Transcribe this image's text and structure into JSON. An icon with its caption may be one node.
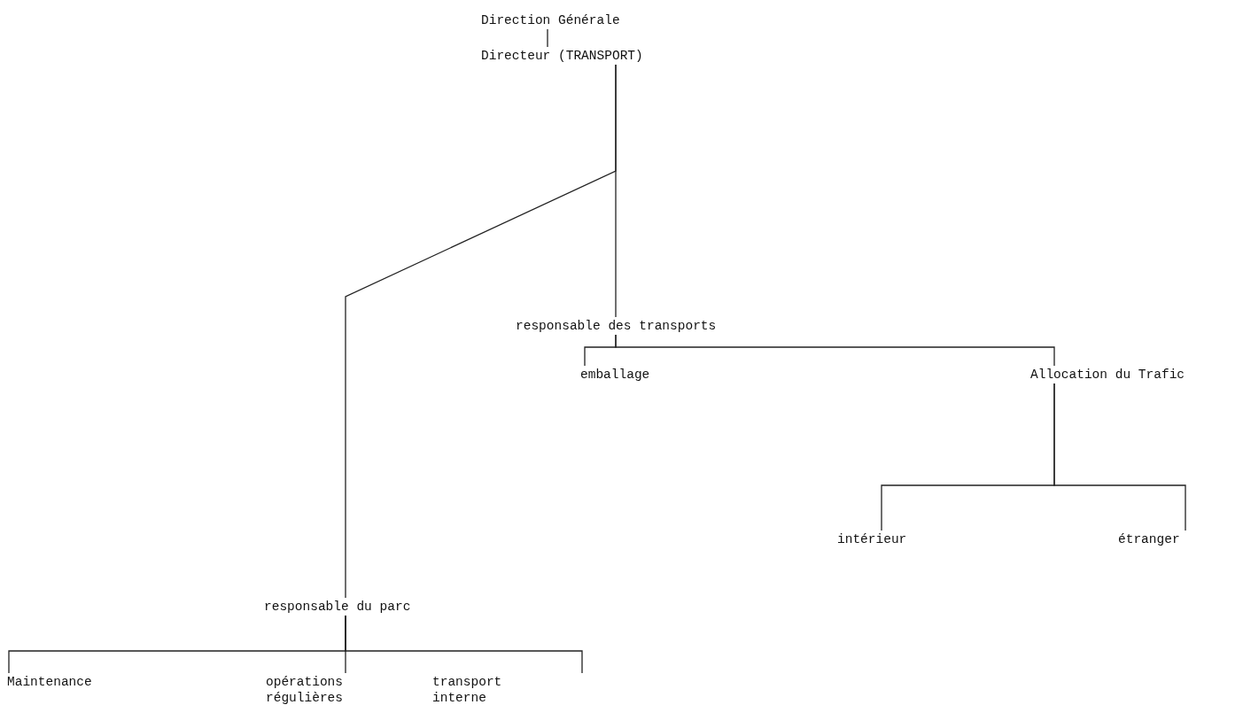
{
  "diagram": {
    "nodes": [
      {
        "text": [
          "Direction Générale"
        ]
      },
      {
        "text": [
          "Directeur (TRANSPORT)"
        ]
      },
      {
        "text": [
          "responsable des transports"
        ]
      },
      {
        "text": [
          "emballage"
        ]
      },
      {
        "text": [
          "Allocation du Trafic"
        ]
      },
      {
        "text": [
          "intérieur"
        ]
      },
      {
        "text": [
          "étranger"
        ]
      },
      {
        "text": [
          "responsable du parc"
        ]
      },
      {
        "text": [
          "Maintenance"
        ]
      },
      {
        "text": [
          "opérations régulières"
        ]
      },
      {
        "text": [
          "transport interne"
        ]
      }
    ],
    "edges": [
      {
        "from": 0,
        "to": 1,
        "arrow": "none"
      },
      {
        "from": 1,
        "to": 2,
        "arrow": "none"
      },
      {
        "from": 1,
        "to": 7,
        "arrow": "none"
      },
      {
        "from": 2,
        "to": 3,
        "arrow": "none"
      },
      {
        "from": 2,
        "to": 4,
        "arrow": "none"
      },
      {
        "from": 4,
        "to": 5,
        "arrow": "none"
      },
      {
        "from": 4,
        "to": 6,
        "arrow": "none"
      },
      {
        "from": 7,
        "to": 8,
        "arrow": "none"
      },
      {
        "from": 7,
        "to": 9,
        "arrow": "none"
      },
      {
        "from": 7,
        "to": 10,
        "arrow": "none"
      }
    ]
  }
}
